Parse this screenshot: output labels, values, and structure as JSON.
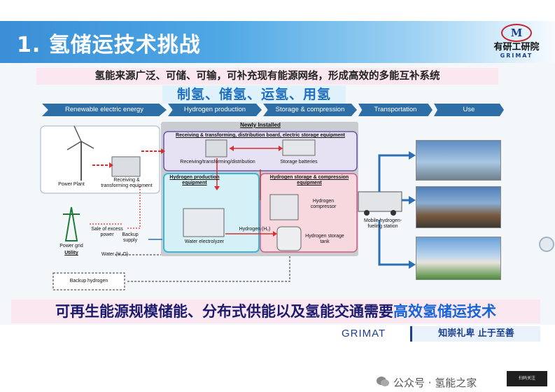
{
  "title": "1. 氢储运技术挑战",
  "logo": {
    "cn": "有研工研院",
    "en": "GRIMAT"
  },
  "intro": "氢能来源广泛、可储、可输，可补充现有能源网络，形成高效的多能互补系统",
  "banner": "制氢、储氢、运氢、用氢",
  "stages": [
    "Renewable electric energy",
    "Hydrogen production",
    "Storage & compression",
    "Transportation",
    "Use"
  ],
  "diagram": {
    "newly_installed": "Newly Installed",
    "receiving_box_title": "Receiving & transforming, distribution board, electric storage equipment",
    "receiving_distribution": "Receiving/transforming/distribution",
    "storage_batteries": "Storage batteries",
    "power_plant": "Power Plant",
    "receiving_equipment": "Receiving & transforming equipment",
    "hydrogen_production_equipment": "Hydrogen production equipment",
    "water_electrolyzer": "Water electrolyzer",
    "storage_box_title": "Hydrogen storage & compression equipment",
    "hydrogen_compressor": "Hydrogen compressor",
    "hydrogen_flow": "Hydrogen (H₂)",
    "hydrogen_storage_tank": "Hydrogen storage tank",
    "mobile_station": "Mobile hydrogen-fueling station",
    "sale_excess": "Sale of excess power",
    "backup_supply": "Backup supply",
    "power_grid": "Power grid",
    "utility": "Utility",
    "water": "Water (H₂O)",
    "backup_hydrogen": "Backup hydrogen"
  },
  "bottom": {
    "text": "可再生能源规模储能、分布式供能以及氢能交通需要",
    "highlight": "高效氢储运技术"
  },
  "footer": {
    "left": "GRIMAT",
    "right": "知崇礼卑  止于至善"
  },
  "watermark": "公众号 · 氢能之家",
  "qr_text": "扫码关注"
}
